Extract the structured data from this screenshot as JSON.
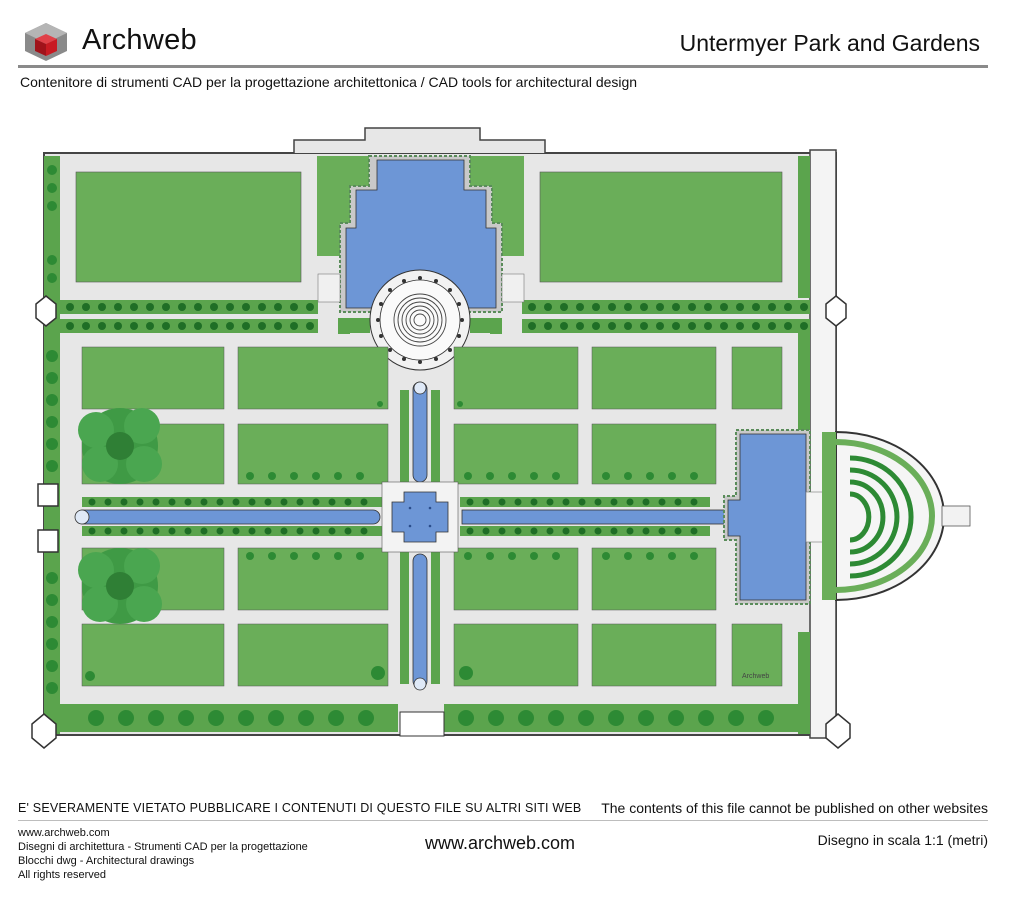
{
  "header": {
    "brand": "Archweb",
    "title": "Untermyer Park and Gardens",
    "subtitle": "Contenitore di strumenti CAD per la progettazione architettonica  /  CAD tools for architectural design"
  },
  "plan": {
    "watermark": "Archweb"
  },
  "footer": {
    "warning_it": "E' SEVERAMENTE VIETATO PUBBLICARE I CONTENUTI DI QUESTO FILE SU ALTRI SITI WEB",
    "warning_en": "The contents of this file cannot be published on other websites",
    "left_lines": [
      "www.archweb.com",
      "Disegni di architettura - Strumenti CAD  per la progettazione",
      "Blocchi dwg - Architectural drawings",
      "All rights reserved"
    ],
    "center": "www.archweb.com",
    "right": "Disegno in scala 1:1 (metri)"
  },
  "colors": {
    "lawn": "#6aae59",
    "path": "#e6e6e6",
    "water": "#6d96d6",
    "hedge": "#2d8a34",
    "tree": "#3f9a45",
    "logo_red": "#c0141c",
    "logo_grey": "#7d7d7d"
  }
}
